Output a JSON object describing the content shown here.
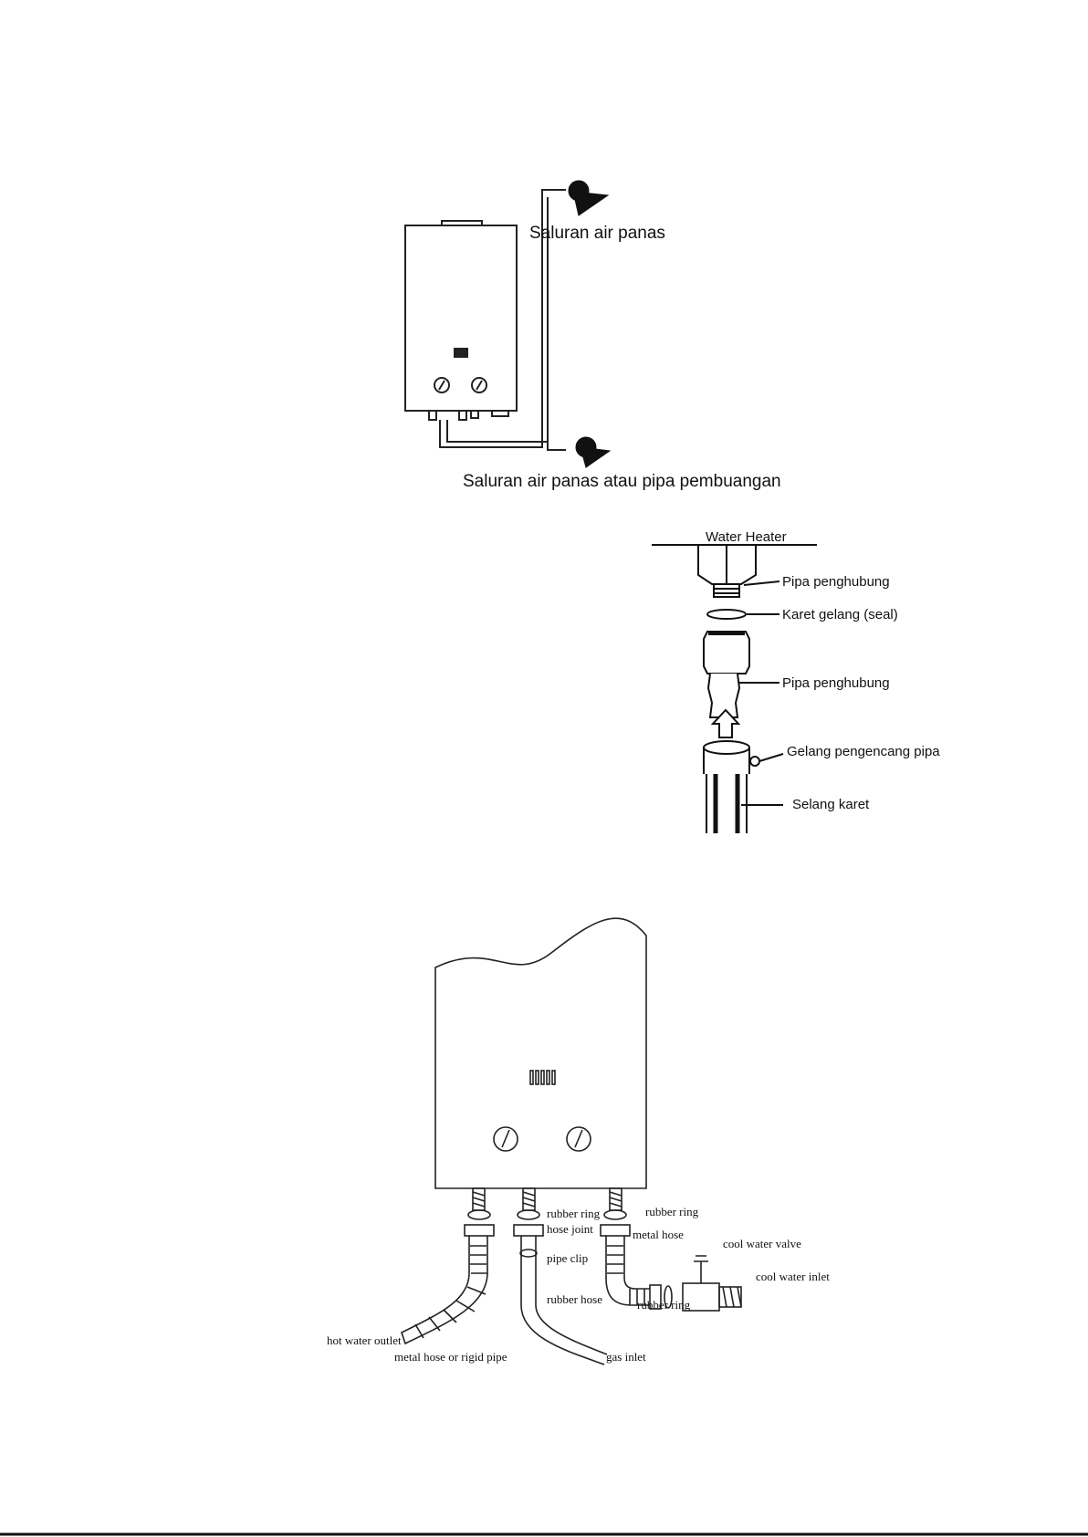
{
  "diagram1": {
    "label_top": "Saluran air panas",
    "label_bottom": "Saluran air panas atau pipa pembuangan"
  },
  "diagram2": {
    "title": "Water Heater",
    "labels": [
      "Pipa penghubung",
      "Karet gelang (seal)",
      "Pipa penghubung",
      "Gelang pengencang pipa",
      "Selang karet"
    ]
  },
  "diagram3": {
    "labels": {
      "rubber_ring_1": "rubber ring",
      "rubber_ring_2": "rubber ring",
      "hose_joint": "hose joint",
      "metal_hose": "metal hose",
      "cool_water_valve": "cool water valve",
      "cool_water_inlet": "cool water inlet",
      "pipe_clip": "pipe clip",
      "rubber_hose": "rubber hose",
      "rubber_ring_3": "rubber ring",
      "hot_water_outlet": "hot water outlet",
      "metal_hose_or_rigid_pipe": "metal hose or rigid pipe",
      "gas_inlet": "gas inlet"
    }
  }
}
